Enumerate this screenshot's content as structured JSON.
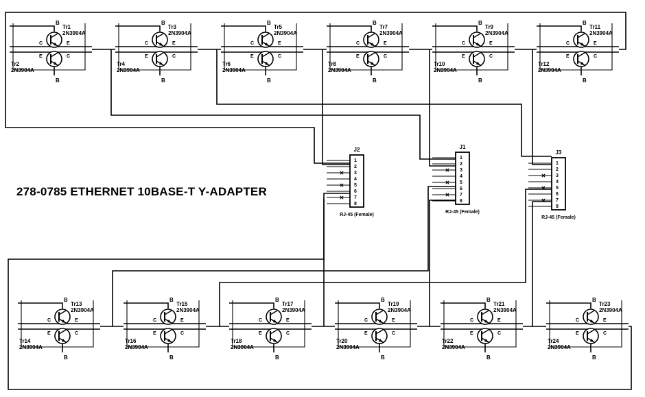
{
  "title": "278-0785 ETHERNET 10BASE-T Y-ADAPTER",
  "pin_labels": [
    "B",
    "C",
    "E"
  ],
  "transistor_part": "2N3904A",
  "transistors_top": [
    {
      "upper": "Tr1",
      "lower": "Tr2"
    },
    {
      "upper": "Tr3",
      "lower": "Tr4"
    },
    {
      "upper": "Tr5",
      "lower": "Tr6"
    },
    {
      "upper": "Tr7",
      "lower": "Tr8"
    },
    {
      "upper": "Tr9",
      "lower": "Tr10"
    },
    {
      "upper": "Tr11",
      "lower": "Tr12"
    }
  ],
  "transistors_bottom": [
    {
      "upper": "Tr13",
      "lower": "Tr14"
    },
    {
      "upper": "Tr15",
      "lower": "Tr16"
    },
    {
      "upper": "Tr17",
      "lower": "Tr18"
    },
    {
      "upper": "Tr19",
      "lower": "Tr20"
    },
    {
      "upper": "Tr21",
      "lower": "Tr22"
    },
    {
      "upper": "Tr23",
      "lower": "Tr24"
    }
  ],
  "connectors": [
    {
      "name": "J2",
      "type": "RJ-45 (Female)",
      "pins": [
        "1",
        "2",
        "3",
        "4",
        "5",
        "6",
        "7",
        "8"
      ]
    },
    {
      "name": "J1",
      "type": "RJ-45 (Female)",
      "pins": [
        "1",
        "2",
        "3",
        "4",
        "5",
        "6",
        "7",
        "8"
      ]
    },
    {
      "name": "J3",
      "type": "RJ-45 (Female)",
      "pins": [
        "1",
        "2",
        "3",
        "4",
        "5",
        "6",
        "7",
        "8"
      ]
    }
  ]
}
